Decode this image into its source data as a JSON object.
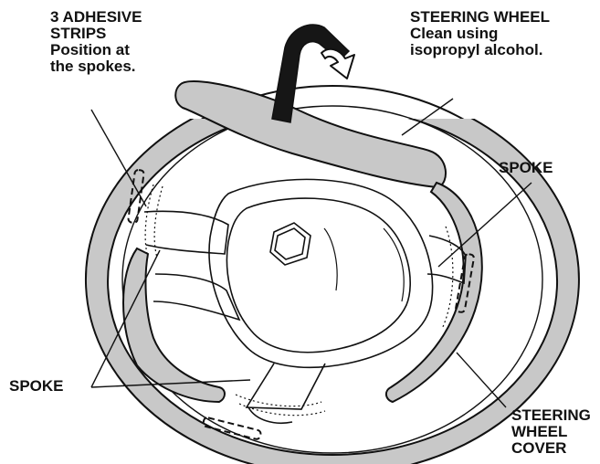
{
  "labels": {
    "adhesive_strips": [
      "3 ADHESIVE",
      "STRIPS",
      "Position at",
      "the spokes."
    ],
    "steering_wheel": [
      "STEERING WHEEL",
      "Clean using",
      "isopropyl alcohol."
    ],
    "spoke_right": "SPOKE",
    "spoke_left": "SPOKE",
    "wheel_cover": [
      "STEERING",
      "WHEEL",
      "COVER"
    ]
  },
  "colors": {
    "outline": "#111111",
    "cover_fill": "#c8c8c8",
    "strip_fill": "#161616",
    "paper": "#ffffff"
  },
  "icons": {
    "arrow": "curved-peel-arrow"
  }
}
